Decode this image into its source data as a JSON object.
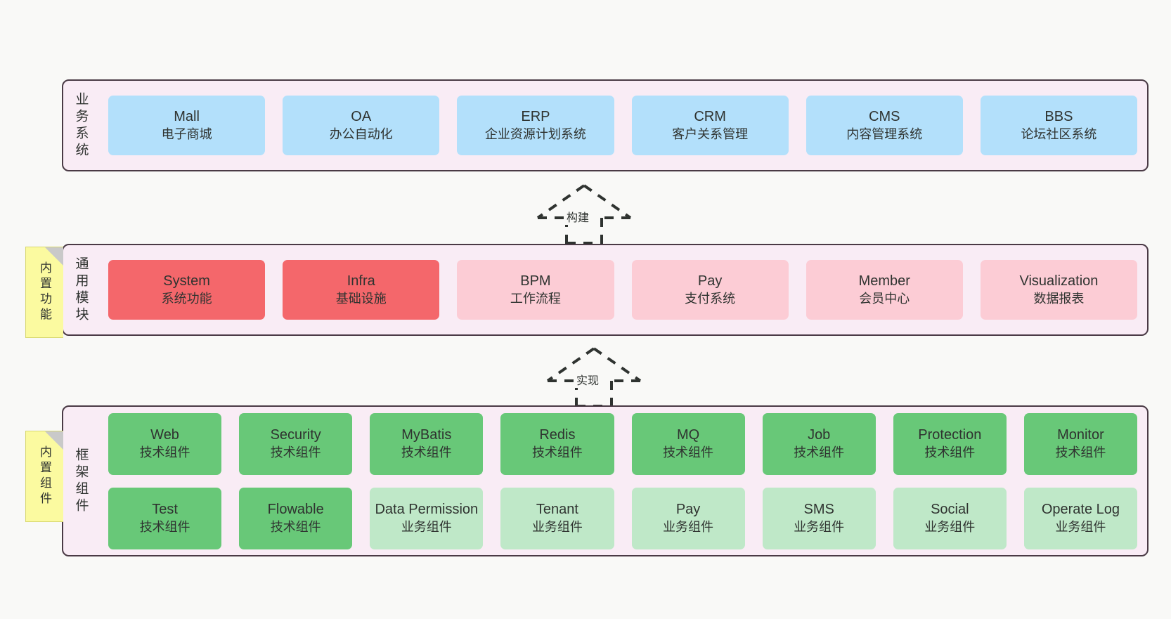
{
  "diagram": {
    "title_layers": [
      "业务系统",
      "通用模块",
      "框架组件"
    ],
    "notes": [
      {
        "label": "内置功能"
      },
      {
        "label": "内置组件"
      }
    ],
    "connectors": [
      {
        "label": "构建"
      },
      {
        "label": "实现"
      }
    ],
    "colors": {
      "canvas_bg": "#f9f9f7",
      "layer_bg": "#f9ecf5",
      "layer_border": "#4a3a45",
      "blue": "#b3e0fb",
      "red": "#f4676b",
      "pink": "#fcccd5",
      "green": "#68c878",
      "light_green": "#bfe8c8",
      "note_yellow": "#fbfaa0",
      "note_fold": "#c9c9c9",
      "text": "#2f3330"
    },
    "layers": [
      {
        "id": "business-systems",
        "label": "业务系统",
        "rows": [
          [
            {
              "en": "Mall",
              "cn": "电子商城",
              "color": "blue"
            },
            {
              "en": "OA",
              "cn": "办公自动化",
              "color": "blue"
            },
            {
              "en": "ERP",
              "cn": "企业资源计划系统",
              "color": "blue"
            },
            {
              "en": "CRM",
              "cn": "客户关系管理",
              "color": "blue"
            },
            {
              "en": "CMS",
              "cn": "内容管理系统",
              "color": "blue"
            },
            {
              "en": "BBS",
              "cn": "论坛社区系统",
              "color": "blue"
            }
          ]
        ]
      },
      {
        "id": "general-modules",
        "label": "通用模块",
        "rows": [
          [
            {
              "en": "System",
              "cn": "系统功能",
              "color": "red"
            },
            {
              "en": "Infra",
              "cn": "基础设施",
              "color": "red"
            },
            {
              "en": "BPM",
              "cn": "工作流程",
              "color": "pink"
            },
            {
              "en": "Pay",
              "cn": "支付系统",
              "color": "pink"
            },
            {
              "en": "Member",
              "cn": "会员中心",
              "color": "pink"
            },
            {
              "en": "Visualization",
              "cn": "数据报表",
              "color": "pink"
            }
          ]
        ]
      },
      {
        "id": "framework-components",
        "label": "框架组件",
        "rows": [
          [
            {
              "en": "Web",
              "cn": "技术组件",
              "color": "green"
            },
            {
              "en": "Security",
              "cn": "技术组件",
              "color": "green"
            },
            {
              "en": "MyBatis",
              "cn": "技术组件",
              "color": "green"
            },
            {
              "en": "Redis",
              "cn": "技术组件",
              "color": "green"
            },
            {
              "en": "MQ",
              "cn": "技术组件",
              "color": "green"
            },
            {
              "en": "Job",
              "cn": "技术组件",
              "color": "green"
            },
            {
              "en": "Protection",
              "cn": "技术组件",
              "color": "green"
            },
            {
              "en": "Monitor",
              "cn": "技术组件",
              "color": "green"
            }
          ],
          [
            {
              "en": "Test",
              "cn": "技术组件",
              "color": "green"
            },
            {
              "en": "Flowable",
              "cn": "技术组件",
              "color": "green"
            },
            {
              "en": "Data Permission",
              "cn": "业务组件",
              "color": "lightgreen"
            },
            {
              "en": "Tenant",
              "cn": "业务组件",
              "color": "lightgreen"
            },
            {
              "en": "Pay",
              "cn": "业务组件",
              "color": "lightgreen"
            },
            {
              "en": "SMS",
              "cn": "业务组件",
              "color": "lightgreen"
            },
            {
              "en": "Social",
              "cn": "业务组件",
              "color": "lightgreen"
            },
            {
              "en": "Operate Log",
              "cn": "业务组件",
              "color": "lightgreen"
            }
          ]
        ]
      }
    ]
  }
}
